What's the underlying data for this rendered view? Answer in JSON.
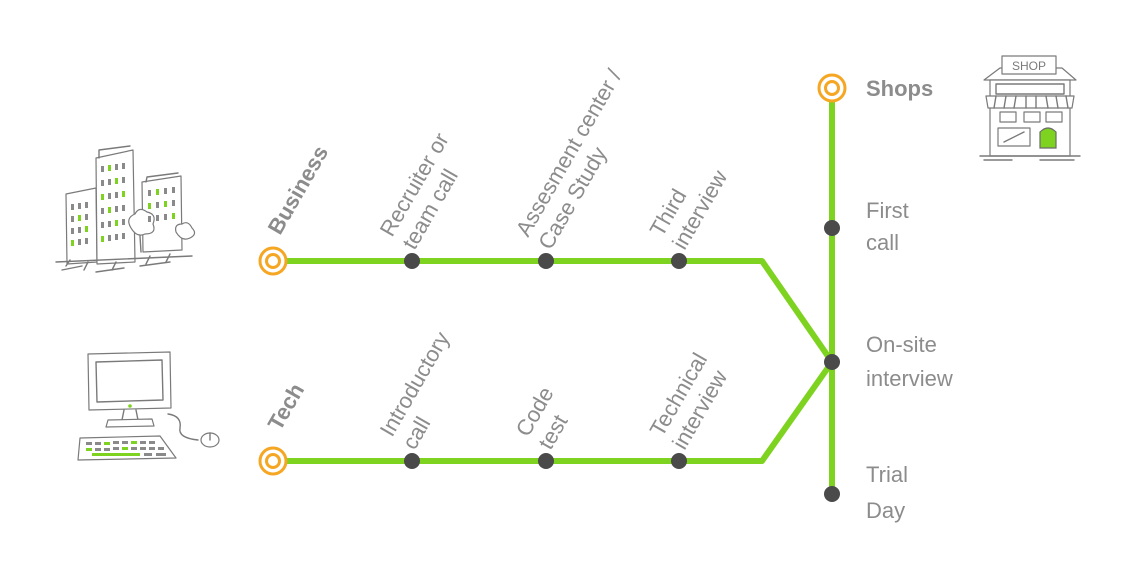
{
  "colors": {
    "track": "#7ed321",
    "start_marker": "#f5a623",
    "stop": "#4a4a4a",
    "text": "#8c8c8c"
  },
  "lines": {
    "business": {
      "name": "Business",
      "icon": "office-buildings-icon",
      "stops": [
        {
          "line1": "Recruiter or",
          "line2": "team call"
        },
        {
          "line1": "Assesment center /",
          "line2": "Case Study"
        },
        {
          "line1": "Third",
          "line2": "interview"
        }
      ]
    },
    "tech": {
      "name": "Tech",
      "icon": "desktop-computer-icon",
      "stops": [
        {
          "line1": "Introductory",
          "line2": "call"
        },
        {
          "line1": "Code",
          "line2": "test"
        },
        {
          "line1": "Technical",
          "line2": "interview"
        }
      ]
    },
    "shops": {
      "name": "Shops",
      "icon": "shop-icon",
      "shop_sign": "SHOP",
      "stops": [
        {
          "line1": "First",
          "line2": "call"
        },
        {
          "line1": "On-site",
          "line2": "interview"
        },
        {
          "line1": "Trial",
          "line2": "Day"
        }
      ]
    }
  }
}
